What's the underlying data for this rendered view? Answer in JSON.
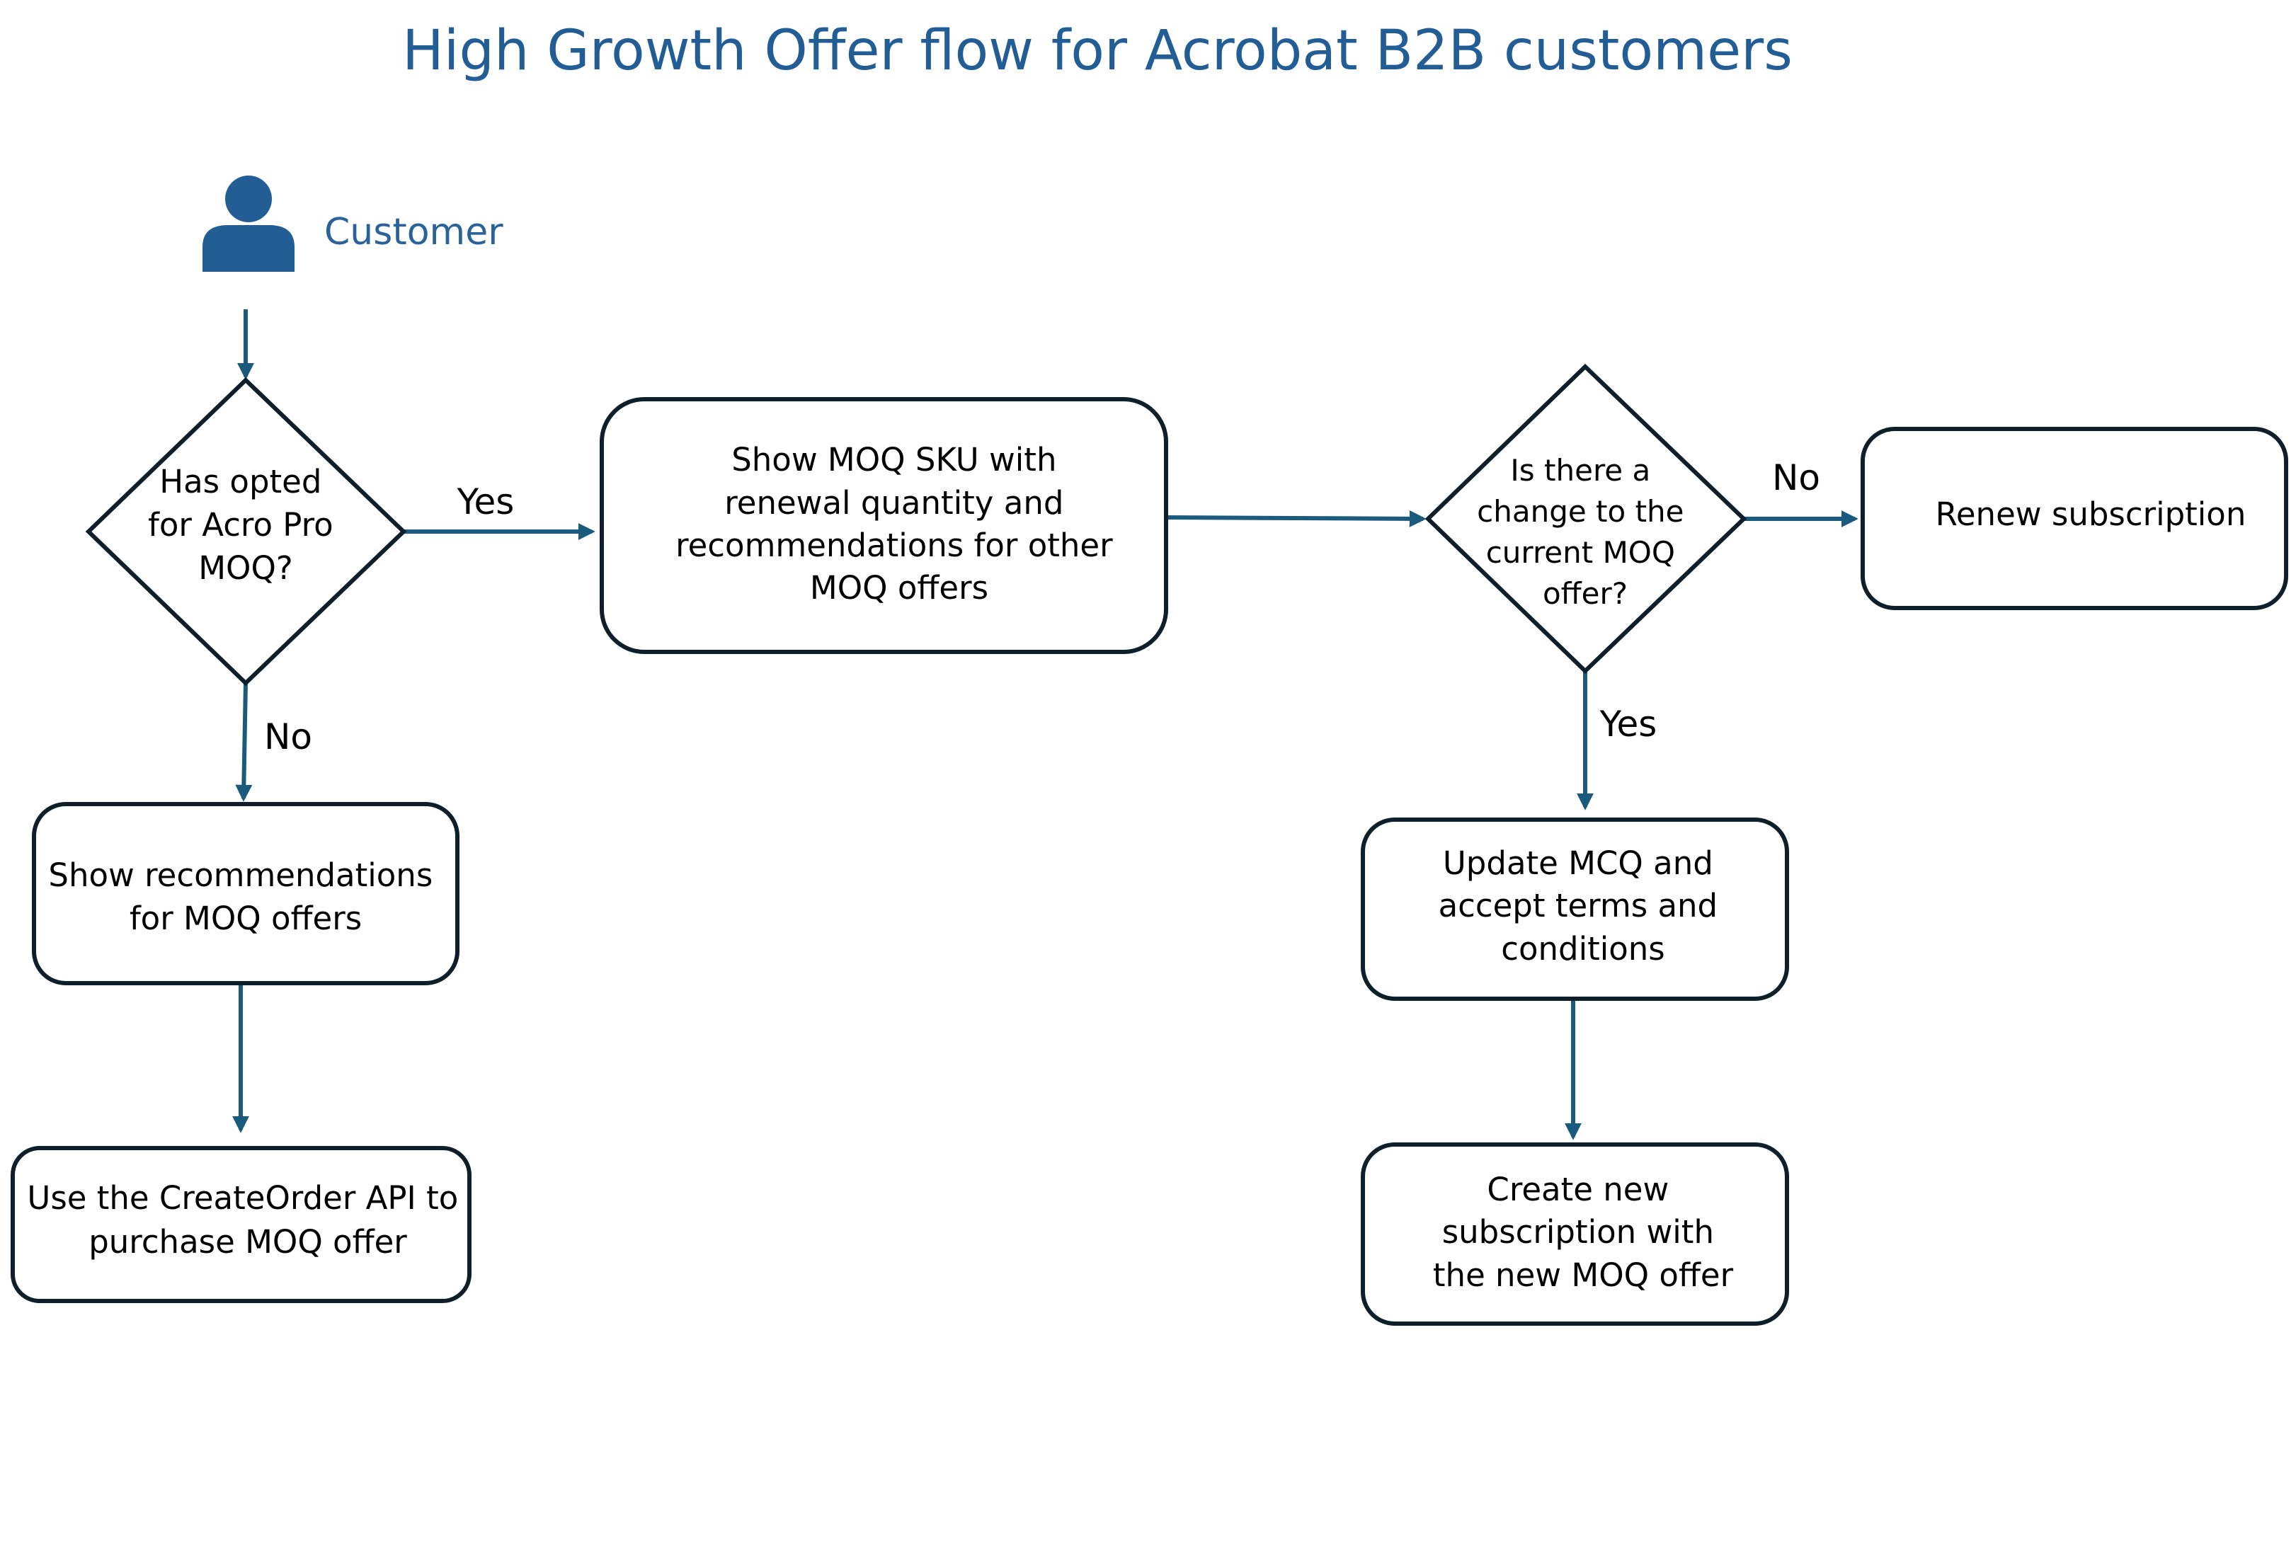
{
  "title": "High Growth Offer flow for Acrobat B2B customers",
  "colors": {
    "title": "#235d95",
    "actor": "#235d95",
    "edge": "#1a5a7d",
    "border": "#0c1f2a"
  },
  "actor": {
    "label": "Customer",
    "icon": "person-icon"
  },
  "nodes": {
    "opted": {
      "lines": [
        "Has opted",
        "for Acro Pro",
        "MOQ?"
      ]
    },
    "show_sku": {
      "lines": [
        "Show MOQ SKU with",
        "renewal quantity and",
        "recommendations for other",
        "MOQ offers"
      ]
    },
    "change": {
      "lines": [
        "Is there a",
        "change to the",
        "current MOQ",
        "offer?"
      ]
    },
    "renew": {
      "lines": [
        "Renew subscription"
      ]
    },
    "show_recs": {
      "lines": [
        "Show recommendations",
        "for MOQ offers"
      ]
    },
    "create_order": {
      "lines": [
        "Use the CreateOrder API to",
        "purchase MOQ offer"
      ]
    },
    "update_mcq": {
      "lines": [
        "Update MCQ and",
        "accept terms and",
        "conditions"
      ]
    },
    "new_sub": {
      "lines": [
        "Create new",
        "subscription with",
        "the new MOQ offer"
      ]
    }
  },
  "edges": {
    "opted_yes": "Yes",
    "opted_no": "No",
    "change_no": "No",
    "change_yes": "Yes"
  }
}
